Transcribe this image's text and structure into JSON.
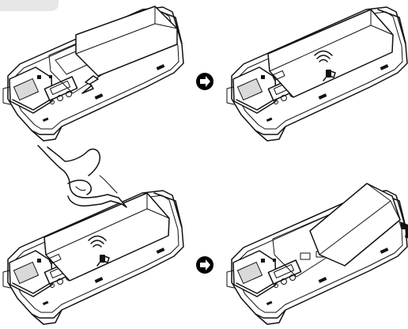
{
  "figure": {
    "background": "#ffffff",
    "line_color": "#111111",
    "arrow_color": "#000000",
    "arrow_icon": "circle-arrow-right",
    "nfc_icon": "nfc-wireless-icon",
    "panels": [
      {
        "id": "top-left",
        "step": "battery-lifted"
      },
      {
        "id": "top-right",
        "step": "battery-inserted-with-nfc"
      },
      {
        "id": "bottom-left",
        "step": "finger-press-battery"
      },
      {
        "id": "bottom-right",
        "step": "battery-removed"
      }
    ]
  }
}
